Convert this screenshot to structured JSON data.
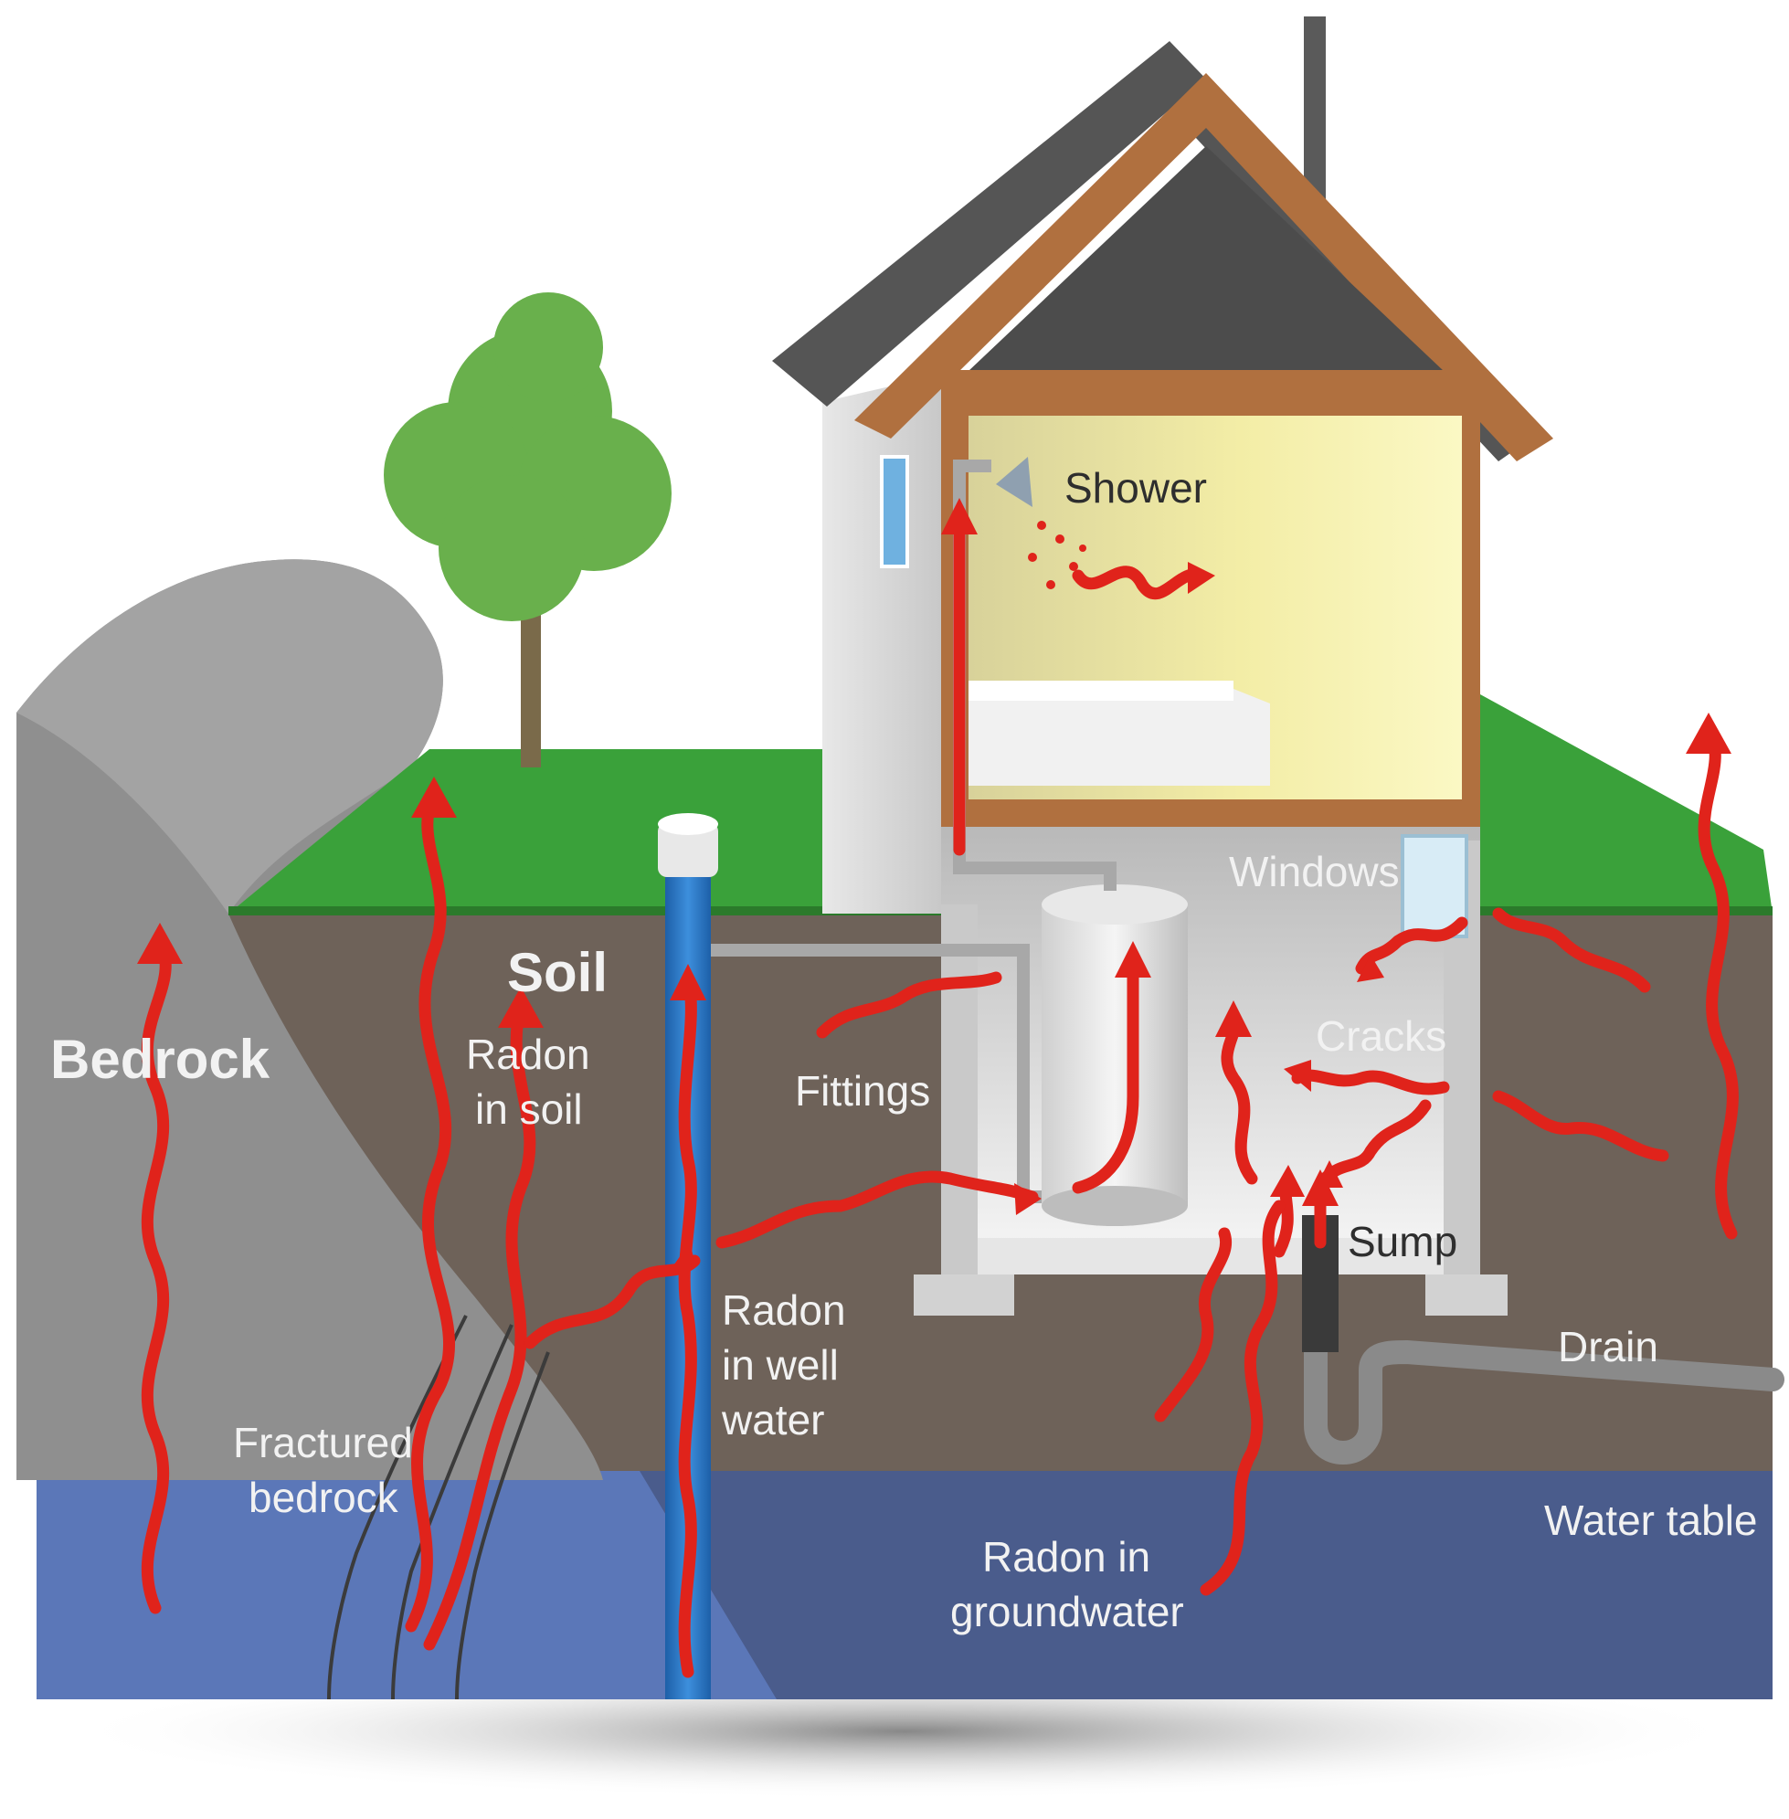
{
  "labels": {
    "bedrock": "Bedrock",
    "soil": "Soil",
    "radon_in_soil": [
      "Radon",
      "in soil"
    ],
    "fractured_bedrock": [
      "Fractured",
      "bedrock"
    ],
    "radon_in_well_water": [
      "Radon",
      "in well",
      "water"
    ],
    "radon_in_groundwater": [
      "Radon in",
      "groundwater"
    ],
    "water_table": "Water table",
    "drain": "Drain",
    "sump": "Sump",
    "cracks": "Cracks",
    "windows": "Windows",
    "fittings": "Fittings",
    "shower": "Shower"
  },
  "colors": {
    "radon": "#e0231b",
    "soil": "#6e6259",
    "bedrock": "#8f8f8f",
    "groundwater": "#4a5c8c",
    "grass": "#3aa13a",
    "roof": "#555555",
    "frame": "#b0703f",
    "room": "#f6f0a8",
    "well": "#2e78c8"
  }
}
